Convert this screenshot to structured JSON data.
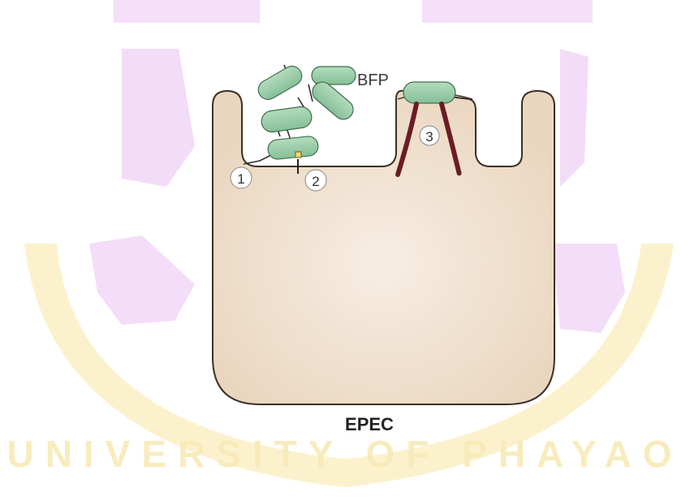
{
  "diagram": {
    "caption": "EPEC",
    "pili_label": "BFP",
    "steps": [
      "1",
      "2",
      "3"
    ]
  },
  "watermark": {
    "text": "UNIVERSITY OF PHAYAO",
    "color": "#f1d3f8"
  },
  "colors": {
    "cell_fill": "#ecd9c3",
    "cell_fill_center": "#f6ece0",
    "cell_stroke": "#3a3026",
    "bacterium_fill": "#93c9a3",
    "bacterium_stroke": "#3f6e4e",
    "actin": "#6b1c26",
    "watermark_gold": "#fbf1c8"
  }
}
